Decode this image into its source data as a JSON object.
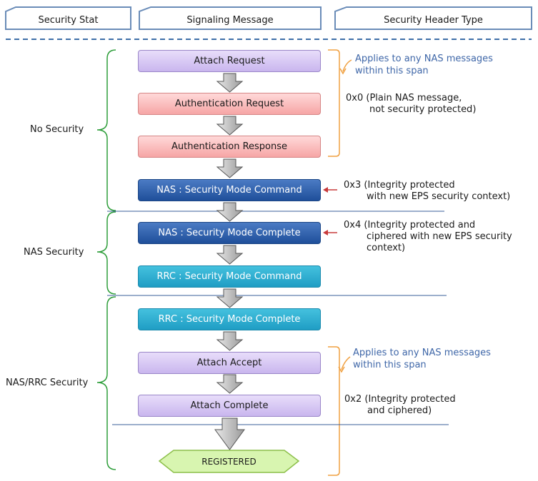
{
  "headers": {
    "security_state": "Security Stat",
    "signaling_message": "Signaling Message",
    "security_header_type": "Security Header Type"
  },
  "stages": {
    "no_security": "No Security",
    "nas_security": "NAS Security",
    "nas_rrc_security": "NAS/RRC Security"
  },
  "messages": {
    "attach_request": "Attach Request",
    "authentication_request": "Authentication Request",
    "authentication_response": "Authentication Response",
    "nas_smc": "NAS : Security Mode Command",
    "nas_smc_complete": "NAS : Security Mode Complete",
    "rrc_smc": "RRC : Security Mode Command",
    "rrc_smc_complete": "RRC : Security Mode Complete",
    "attach_accept": "Attach Accept",
    "attach_complete": "Attach Complete",
    "registered": "REGISTERED"
  },
  "notes": {
    "span_note_1_line1": "Applies to any NAS messages",
    "span_note_1_line2": "within this span",
    "type_0x0_line1": "0x0 (Plain NAS message,",
    "type_0x0_line2": "not security protected)",
    "type_0x3_line1": "0x3 (Integrity protected",
    "type_0x3_line2": "with new EPS security context)",
    "type_0x4_line1": "0x4 (Integrity protected and",
    "type_0x4_line2": "ciphered with new EPS security",
    "type_0x4_line3": "context)",
    "span_note_2_line1": "Applies to any NAS messages",
    "span_note_2_line2": "within this span",
    "type_0x2_line1": "0x2 (Integrity protected",
    "type_0x2_line2": "and ciphered)"
  },
  "colors": {
    "header_border": "#6a8cb8",
    "dashed_line": "#3f6fa8",
    "bracket_green": "#2e9e3a",
    "bracket_orange": "#f0a040",
    "divider_line": "#3a5f9a",
    "red_arrow": "#c83a3a",
    "blue_note_text": "#3f67a8",
    "registered_fill": "#d8f5b0"
  }
}
